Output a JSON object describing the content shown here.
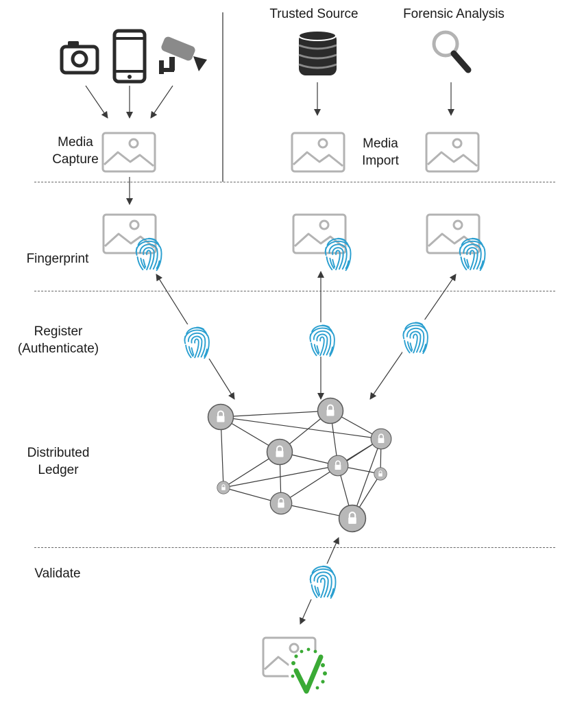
{
  "labels": {
    "media_capture": "Media\nCapture",
    "trusted_source": "Trusted Source",
    "forensic_analysis": "Forensic Analysis",
    "media_import": "Media\nImport",
    "fingerprint": "Fingerprint",
    "register": "Register\n(Authenticate)",
    "distributed_ledger": "Distributed\nLedger",
    "validate": "Validate"
  },
  "icons": {
    "capture_devices": [
      "camera-icon",
      "smartphone-icon",
      "security-camera-icon"
    ],
    "trusted_source": "database-icon",
    "forensic_analysis": "magnifier-icon",
    "media": "image-icon",
    "fingerprint": "fingerprint-icon",
    "ledger_node": "lock-icon",
    "validated": "checkmark-icon"
  },
  "colors": {
    "line": "#3a3a3a",
    "image_outline": "#b3b3b3",
    "fingerprint": "#2a9fd0",
    "node_fill": "#b8b8b8",
    "node_stroke": "#5a5a5a",
    "check": "#3aaa35",
    "icon_dark": "#2b2b2b"
  }
}
